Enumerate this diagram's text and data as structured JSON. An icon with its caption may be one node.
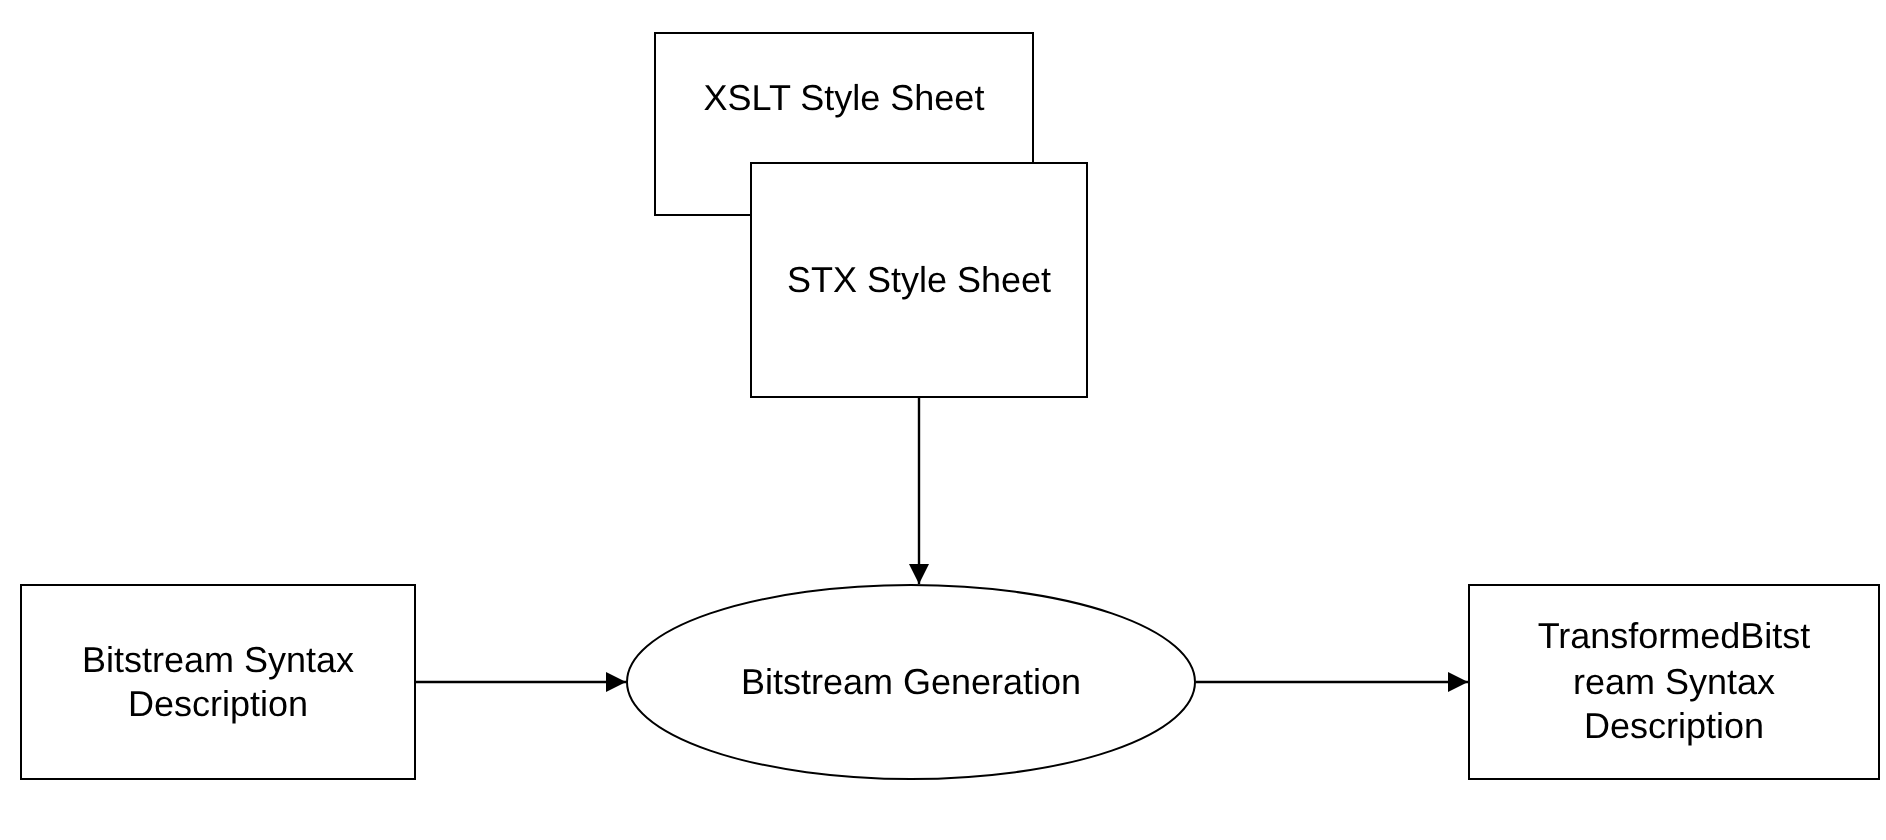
{
  "diagram": {
    "nodes": [
      {
        "text": [
          "XSLT Style Sheet"
        ]
      },
      {
        "text": [
          "STX Style Sheet"
        ]
      },
      {
        "text": [
          "Bitstream Syntax Description"
        ]
      },
      {
        "text": [
          "Bitstream Generation"
        ]
      },
      {
        "text": [
          "TransformedBitstream Syntax Description"
        ]
      }
    ],
    "edges": [
      {
        "from": 1,
        "to": 3,
        "arrow": "to"
      },
      {
        "from": 2,
        "to": 3,
        "arrow": "to"
      },
      {
        "from": 3,
        "to": 4,
        "arrow": "to"
      }
    ]
  }
}
